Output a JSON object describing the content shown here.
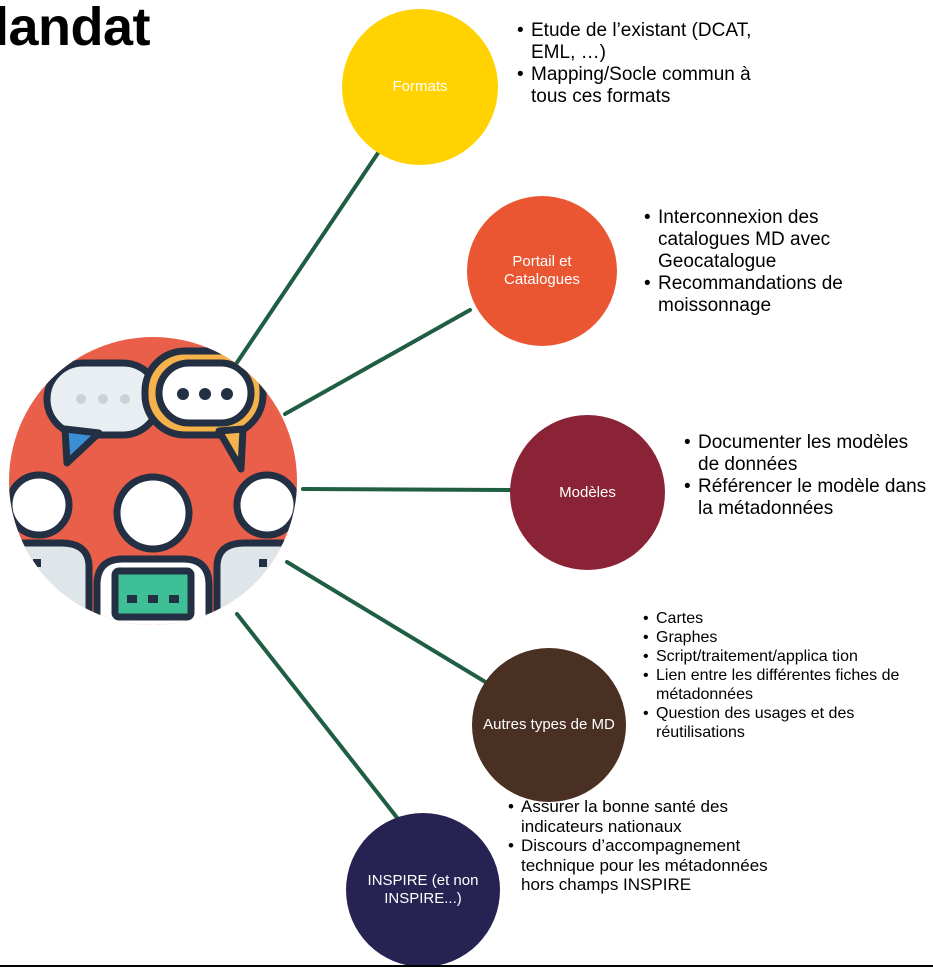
{
  "title": "landat",
  "colors": {
    "formats": "#ffd200",
    "portail": "#e95631",
    "modeles": "#8b2336",
    "autres": "#4a2f23",
    "inspire": "#262352",
    "connector": "#1f5e42",
    "illustration_bg": "#e95f4a"
  },
  "illustration": {
    "icon": "team-discussion-icon"
  },
  "nodes": {
    "formats": {
      "label": "Formats"
    },
    "portail": {
      "label": "Portail et Catalogues"
    },
    "modeles": {
      "label": "Modèles"
    },
    "autres": {
      "label": "Autres types de MD"
    },
    "inspire": {
      "label": "INSPIRE (et non INSPIRE...)"
    }
  },
  "bullets": {
    "formats": [
      "Etude de l’existant (DCAT, EML, …)",
      "Mapping/Socle commun à tous ces formats"
    ],
    "portail": [
      "Interconnexion des catalogues MD avec Geocatalogue",
      "Recommandations de moissonnage"
    ],
    "modeles": [
      "Documenter les modèles de données",
      "Référencer le modèle dans la métadonnées"
    ],
    "autres": [
      "Cartes",
      "Graphes",
      "Script/traitement/applica tion",
      "Lien entre les différentes fiches de métadonnées",
      "Question des usages et des réutilisations"
    ],
    "inspire": [
      "Assurer  la bonne santé des indicateurs nationaux",
      "Discours d’accompagnement technique pour les métadonnées  hors champs INSPIRE"
    ]
  }
}
